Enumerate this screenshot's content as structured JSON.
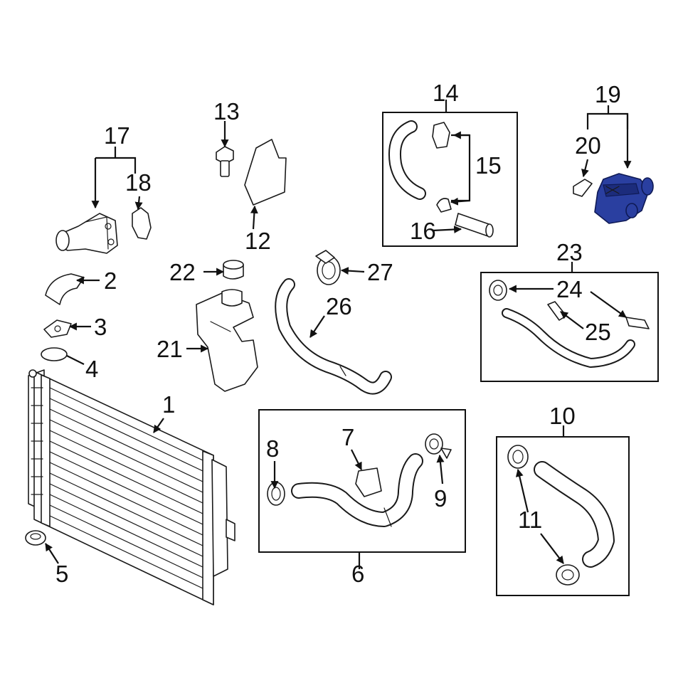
{
  "labels": {
    "p1": "1",
    "p2": "2",
    "p3": "3",
    "p4": "4",
    "p5": "5",
    "p6": "6",
    "p7": "7",
    "p8": "8",
    "p9": "9",
    "p10": "10",
    "p11": "11",
    "p12": "12",
    "p13": "13",
    "p14": "14",
    "p15": "15",
    "p16": "16",
    "p17": "17",
    "p18": "18",
    "p19": "19",
    "p20": "20",
    "p21": "21",
    "p22": "22",
    "p23": "23",
    "p24": "24",
    "p25": "25",
    "p26": "26",
    "p27": "27"
  },
  "colors": {
    "highlight": "#2a3fa0",
    "line": "#1a1a1a",
    "background": "#ffffff"
  }
}
